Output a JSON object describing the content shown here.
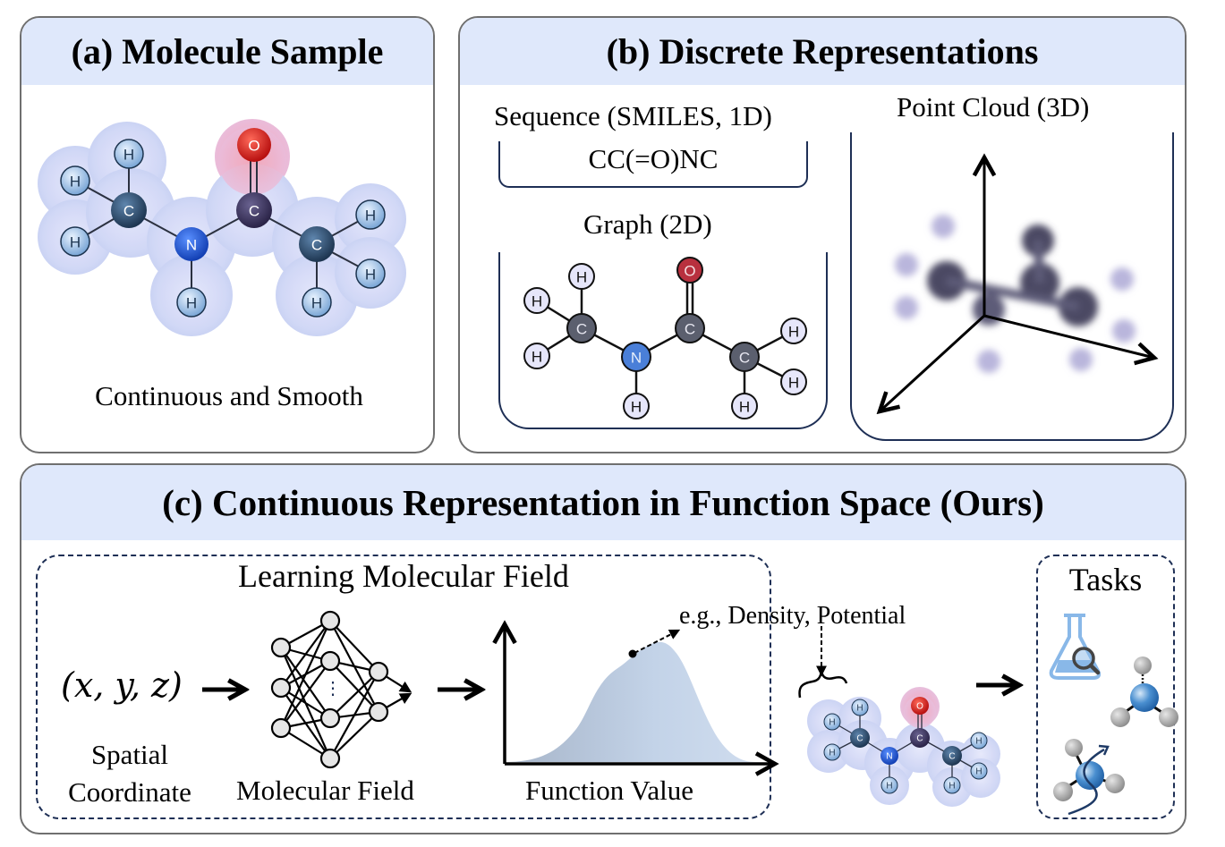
{
  "panel_a": {
    "title": "(a) Molecule Sample",
    "caption": "Continuous and Smooth"
  },
  "panel_b": {
    "title": "(b) Discrete Representations",
    "sequence_label": "Sequence (SMILES, 1D)",
    "smiles": "CC(=O)NC",
    "graph_label": "Graph (2D)",
    "pointcloud_label": "Point Cloud (3D)"
  },
  "panel_c": {
    "title": "(c) Continuous Representation in Function Space (Ours)",
    "learning_label": "Learning Molecular Field",
    "coord": "(x, y, z)",
    "spatial_label_1": "Spatial",
    "spatial_label_2": "Coordinate",
    "field_label": "Molecular Field",
    "function_label": "Function Value",
    "example_label": "e.g., Density, Potential",
    "tasks_label": "Tasks",
    "nn_ellipsis": "⋮"
  },
  "molecule": {
    "atoms": [
      {
        "id": "H1",
        "el": "H"
      },
      {
        "id": "H2",
        "el": "H"
      },
      {
        "id": "H3",
        "el": "H"
      },
      {
        "id": "C1",
        "el": "C"
      },
      {
        "id": "N",
        "el": "N"
      },
      {
        "id": "H4",
        "el": "H"
      },
      {
        "id": "C2",
        "el": "C"
      },
      {
        "id": "O",
        "el": "O"
      },
      {
        "id": "C3",
        "el": "C"
      },
      {
        "id": "H5",
        "el": "H"
      },
      {
        "id": "H6",
        "el": "H"
      },
      {
        "id": "H7",
        "el": "H"
      }
    ]
  },
  "colors": {
    "header_bg": "#dfe8fb",
    "panel_border": "#6f6f6f",
    "dash_border": "#1e2f55",
    "carbon": "#2b4a6b",
    "nitrogen": "#1f5fd1",
    "oxygen": "#d81d1d",
    "hydrogen": "#a7c8ee"
  }
}
